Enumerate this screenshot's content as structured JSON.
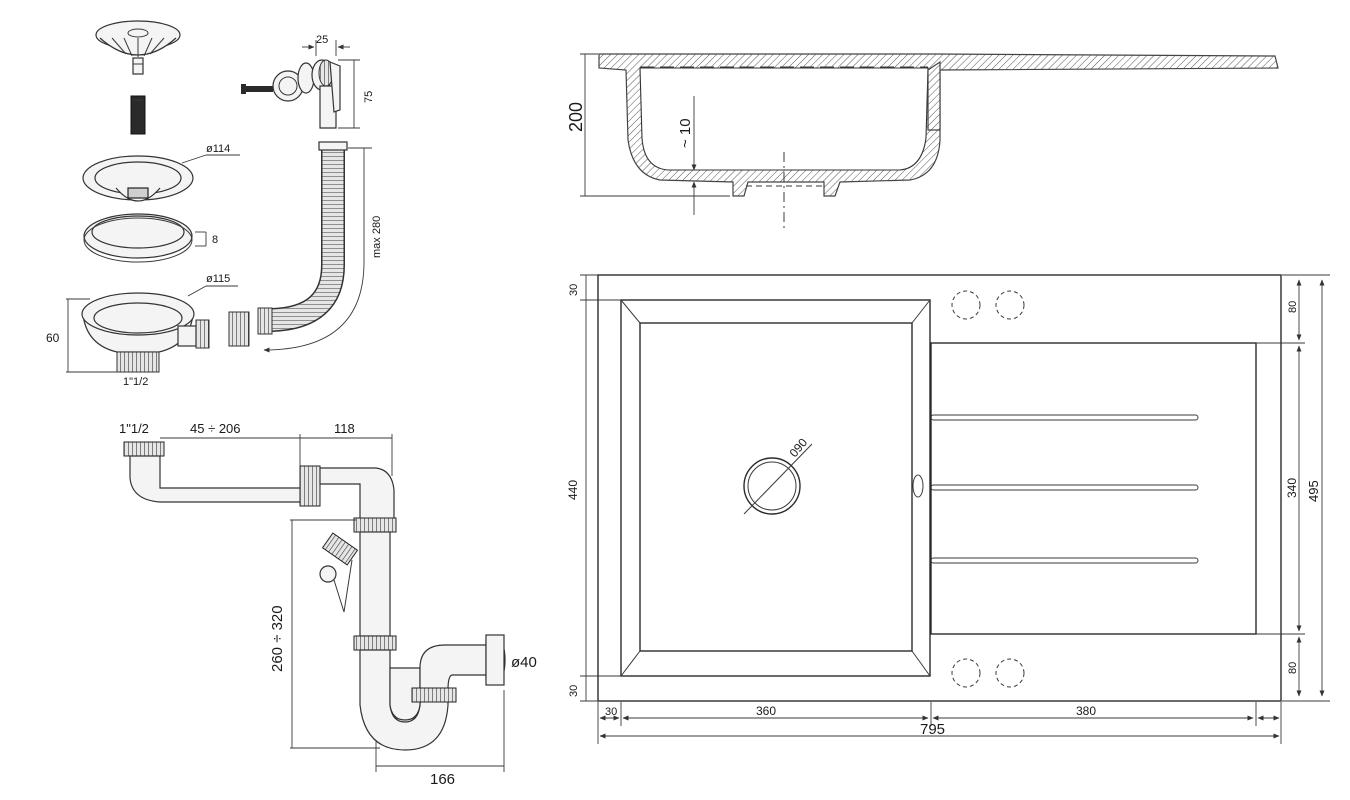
{
  "basket": {
    "diameter_label": "ø114",
    "gasket_label": "8",
    "body_diameter_label": "ø115",
    "height_label": "60",
    "thread_label": "1\"1/2"
  },
  "overflow": {
    "width_label": "25",
    "height_label": "75",
    "hose_label": "max 280"
  },
  "trap": {
    "thread_label": "1\"1/2",
    "span_label": "45 ÷ 206",
    "offset_label": "118",
    "height_label": "260 ÷ 320",
    "outlet_label": "ø40",
    "depth_label": "166"
  },
  "section": {
    "depth_label": "200",
    "thickness_label": "~ 10"
  },
  "plan": {
    "drain_label": "090",
    "left_top_label": "30",
    "left_height_label": "440",
    "left_bottom_label": "30",
    "right_top_label": "80",
    "right_mid_label": "340",
    "right_bottom_label": "80",
    "total_height_label": "495",
    "bottom_left_label": "30",
    "bowl_width_label": "360",
    "drainer_width_label": "380",
    "total_width_label": "795"
  }
}
